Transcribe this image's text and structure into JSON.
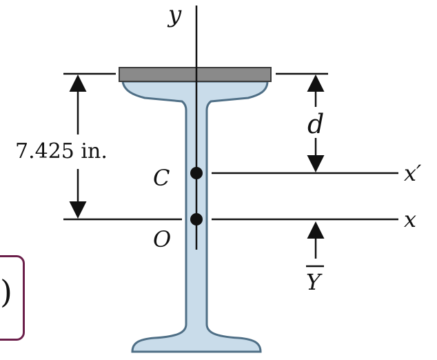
{
  "labels": {
    "y_axis": "y",
    "d": "d",
    "dimension": "7.425 in.",
    "C": "C",
    "O": "O",
    "x_prime": "x′",
    "x": "x",
    "Y_bar": "Y"
  },
  "figure_tag": {
    "visible_text": ")"
  },
  "colors": {
    "beam_fill": "#c9dcea",
    "beam_stroke": "#4f6f86",
    "plate_fill": "#8a8a8a",
    "frame": "#6b1f4a",
    "ink": "#111111"
  }
}
